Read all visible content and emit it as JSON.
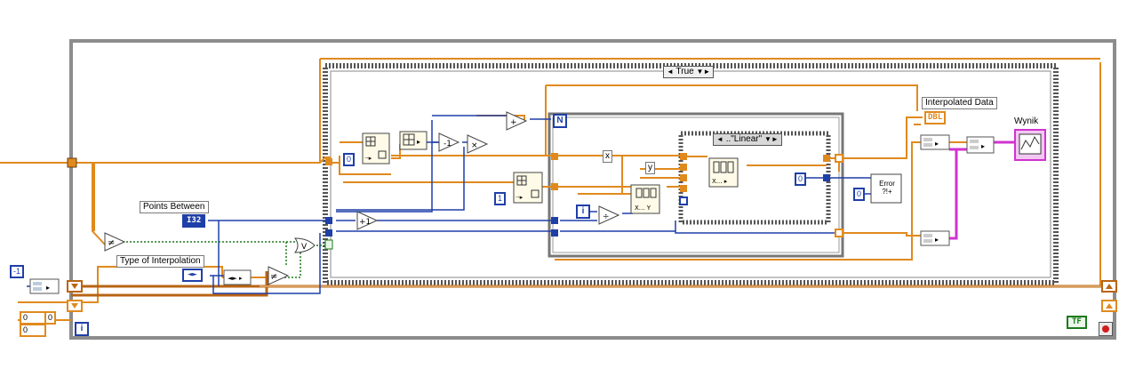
{
  "case_structure": {
    "selector_value": "True"
  },
  "inner_case_structure": {
    "selector_value": "..\"Linear\""
  },
  "labels": {
    "points_between": "Points Between",
    "type_of_interpolation": "Type of Interpolation",
    "interpolated_data": "Interpolated Data",
    "wynik": "Wynik"
  },
  "terminals": {
    "points_between_type": "I32",
    "type_of_interpolation_type": "◄►",
    "interpolated_data_type": "DBL",
    "stop_type": "TF"
  },
  "constants": {
    "neg_one": "-1",
    "array_top": "0",
    "array_bottom": "0",
    "array_index": "0",
    "zero_index": "0",
    "one_index": "1",
    "inner_zero": "0",
    "error_zero": "0"
  },
  "loop_terminals": {
    "for_loop_count": "N",
    "for_loop_iteration": "i",
    "while_loop_iteration": "i"
  },
  "tunnel_labels": {
    "x": "x",
    "y": "y"
  },
  "error_vi": "Error ?!+",
  "colors": {
    "orange_wire": "#e08a1e",
    "blue_wire": "#1f3fa8",
    "green_wire": "#1b7a1b",
    "pink_wire": "#d033d0",
    "loop_border": "#8c8c8c"
  }
}
